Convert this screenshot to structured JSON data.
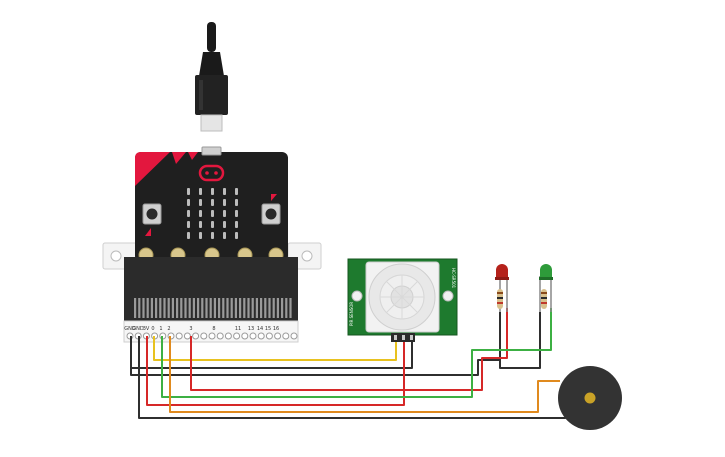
{
  "colors": {
    "wire_black": "#2f2f2f",
    "wire_red": "#d62828",
    "wire_yellow": "#e8c21f",
    "wire_green": "#3cb043",
    "wire_orange": "#e08a1e",
    "board": "#1f1f1f",
    "accent": "#e3173e",
    "pcb_green": "#1e7a2e",
    "led_red": "#b5221b",
    "led_green": "#2e9b3a",
    "buzzer": "#333333",
    "buzzer_center": "#c9a227"
  },
  "icons": [
    "usb-cable-icon",
    "microbit-board-icon",
    "pir-sensor-icon",
    "led-icon",
    "resistor-icon",
    "buzzer-icon"
  ],
  "microbit": {
    "pin_labels": [
      "GND",
      "GND",
      "3V",
      "0",
      "1",
      "2",
      "3",
      "8",
      "11",
      "13",
      "14",
      "15",
      "16"
    ],
    "led_rows": 5,
    "led_cols": 5
  },
  "pir": {
    "side_left": "PIR SENSOR",
    "side_right": "HC-SR501"
  }
}
